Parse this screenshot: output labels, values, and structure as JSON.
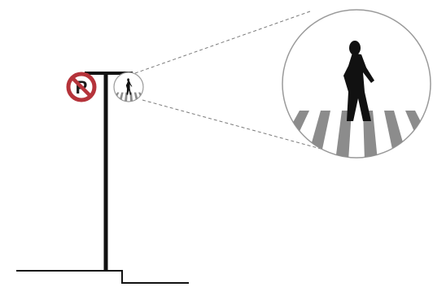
{
  "scene": {
    "elements": [
      "ground-line",
      "sign-pole",
      "pole-arm",
      "no-parking-sign",
      "pedestrian-crossing-sign-small",
      "magnifier-lines",
      "pedestrian-crossing-sign-zoomed"
    ]
  },
  "colors": {
    "pole": "#111111",
    "no_parking_ring": "#b5333a",
    "no_parking_letter": "#1a1a1a",
    "sign_face": "#ffffff",
    "sign_border": "#9a9a9a",
    "crosswalk_stripe": "#8c8c8c",
    "figure": "#111111",
    "guide_line": "#7a7a7a"
  },
  "icons": {
    "no_parking": "no-parking-icon",
    "pedestrian": "pedestrian-walking-icon",
    "crosswalk": "zebra-crossing-icon"
  }
}
